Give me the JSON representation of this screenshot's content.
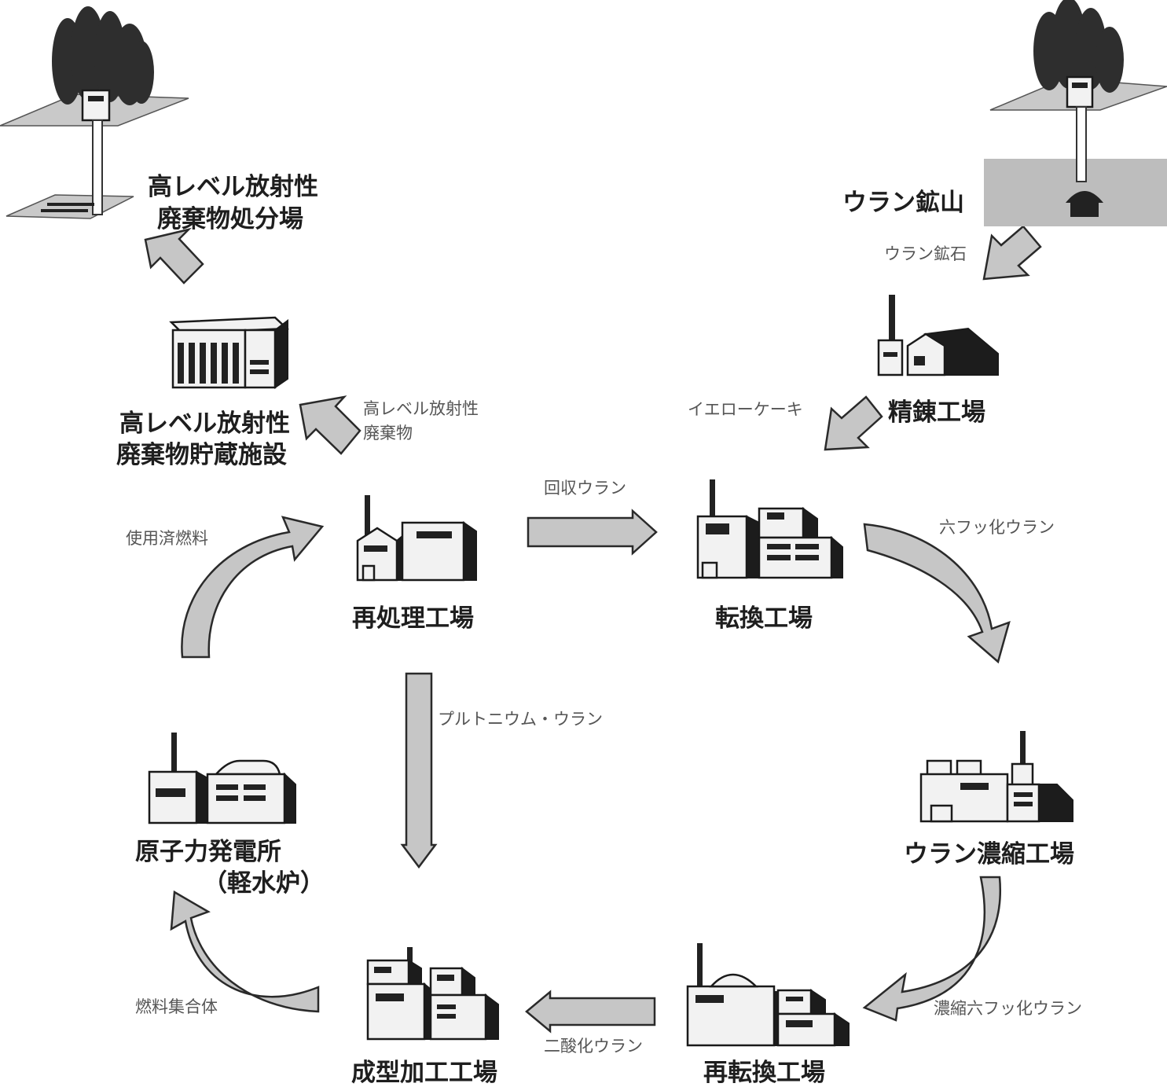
{
  "facilities": {
    "hlw_disposal": {
      "line1": "高レベル放射性",
      "line2": "廃棄物処分場"
    },
    "hlw_storage": {
      "line1": "高レベル放射性",
      "line2": "廃棄物貯蔵施設"
    },
    "uranium_mine": {
      "label": "ウラン鉱山"
    },
    "refinery": {
      "label": "精錬工場"
    },
    "reprocessing": {
      "label": "再処理工場"
    },
    "conversion": {
      "label": "転換工場"
    },
    "enrichment": {
      "label": "ウラン濃縮工場"
    },
    "reconversion": {
      "label": "再転換工場"
    },
    "fuel_fabrication": {
      "label": "成型加工工場"
    },
    "power_plant": {
      "line1": "原子力発電所",
      "line2": "（軽水炉）"
    }
  },
  "materials": {
    "hlw": {
      "line1": "高レベル放射性",
      "line2": "廃棄物"
    },
    "uranium_ore": "ウラン鉱石",
    "yellowcake": "イエローケーキ",
    "recovered_uranium": "回収ウラン",
    "uf6": "六フッ化ウラン",
    "spent_fuel": "使用済燃料",
    "plutonium_uranium": "プルトニウム・ウラン",
    "enriched_uf6": "濃縮六フッ化ウラン",
    "uranium_dioxide": "二酸化ウラン",
    "fuel_assembly": "燃料集合体"
  }
}
